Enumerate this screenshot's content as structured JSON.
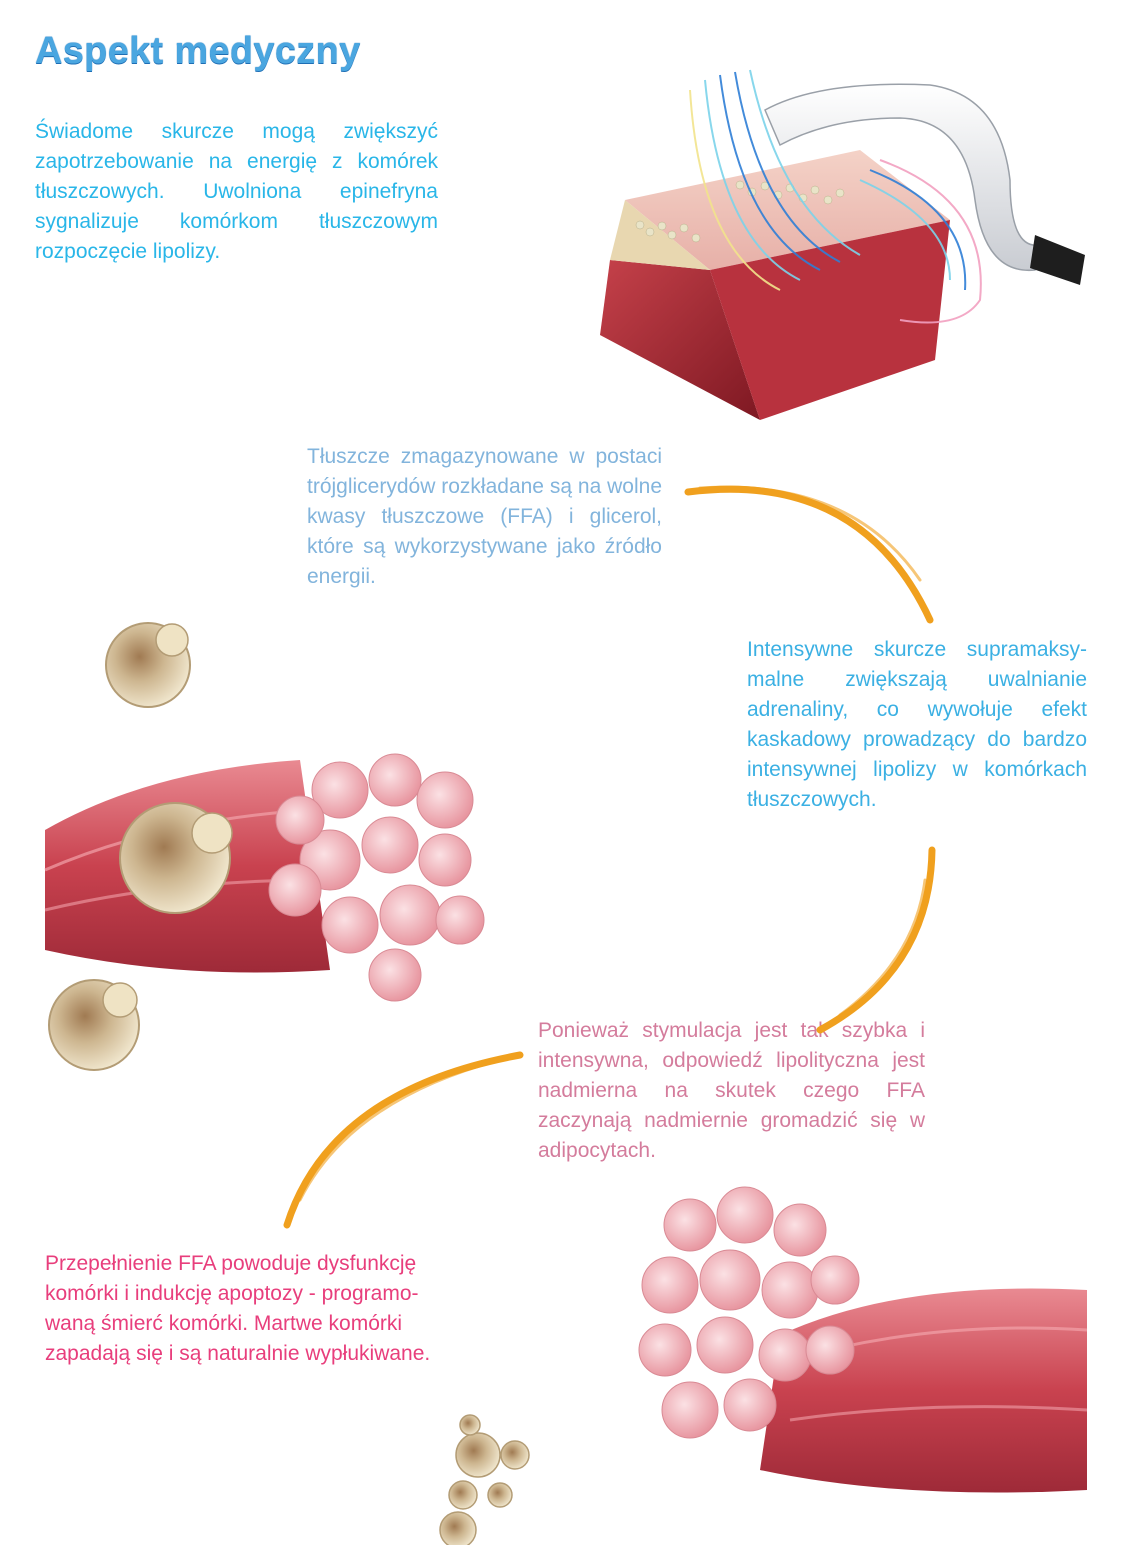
{
  "page": {
    "title": "Aspekt medyczny",
    "paragraphs": [
      "Świadome skurcze mogą zwiększyć zapotrzebowanie na energię z komórek tłuszczowych. Uwolniona epinefryna sygnalizuje komórkom tłuszczowym rozpoczęcie lipolizy.",
      "Tłuszcze zmagazynowane w postaci trójglicerydów rozkładane są na wolne kwasy tłuszczowe (FFA) i glicerol, które są wykorzystywane jako źródło energii.",
      "Intensywne skurcze supramaksy-malne zwiększają uwalnianie adrenaliny, co wywołuje efekt kaskadowy prowadzący do bardzo intensywnej lipolizy w komórkach tłuszczowych.",
      "Ponieważ stymulacja jest tak szybka i intensywna, odpowiedź lipolityczna jest nadmierna na skutek czego FFA zaczynają nadmiernie gromadzić się w adipocytach.",
      "Przepełnienie FFA powoduje dysfunkcję komórki i indukcję apoptozy - programo-waną śmierć komórki. Martwe komórki zapadają się i są naturalnie wypłukiwane."
    ]
  },
  "colors": {
    "title": "#4aa6e0",
    "arrow": "#f0a01e",
    "muscle": "#d6505e",
    "fat_cell": "#cdb690"
  }
}
